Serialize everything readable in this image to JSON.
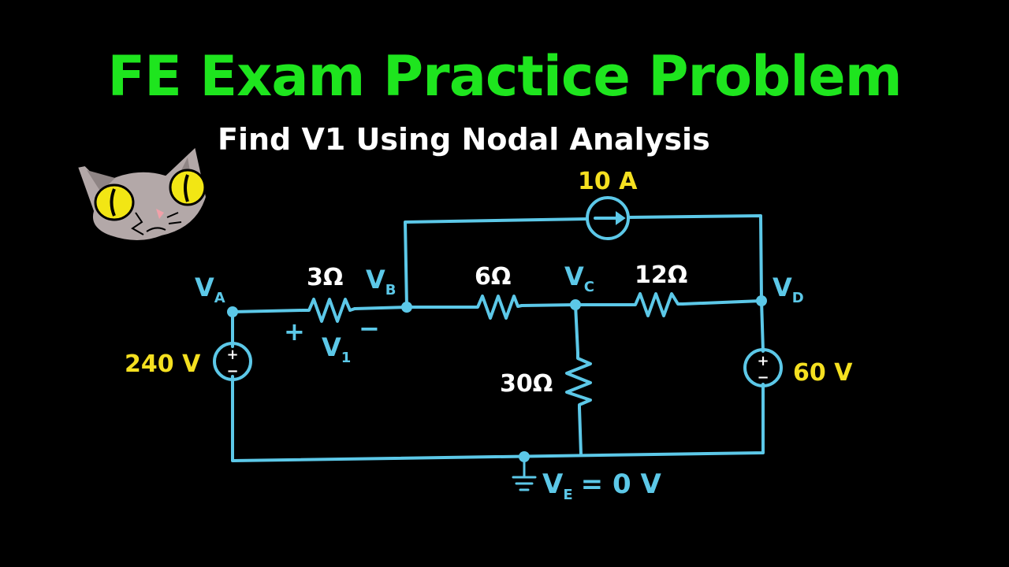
{
  "title": "FE Exam Practice Problem",
  "subtitle": "Find V1 Using Nodal Analysis",
  "colors": {
    "title": "#1ee51e",
    "wire": "#5cc8e8",
    "source_label": "#f5e020",
    "text": "#ffffff"
  },
  "circuit": {
    "nodes": {
      "va": {
        "main": "V",
        "sub": "A"
      },
      "vb": {
        "main": "V",
        "sub": "B"
      },
      "vc": {
        "main": "V",
        "sub": "C"
      },
      "vd": {
        "main": "V",
        "sub": "D"
      },
      "ve": {
        "main": "V",
        "sub": "E",
        "value": "= 0 V"
      }
    },
    "resistors": {
      "r_ab": "3Ω",
      "r_bc": "6Ω",
      "r_cd": "12Ω",
      "r_ce": "30Ω"
    },
    "sources": {
      "voltage_left": "240 V",
      "voltage_right": "60 V",
      "current_top": "10 A"
    },
    "v1": {
      "main": "V",
      "sub": "1",
      "plus": "+",
      "minus": "−"
    },
    "polarity_plus": "+",
    "polarity_minus": "−"
  },
  "mascot": {
    "icon": "cat-face-icon"
  }
}
